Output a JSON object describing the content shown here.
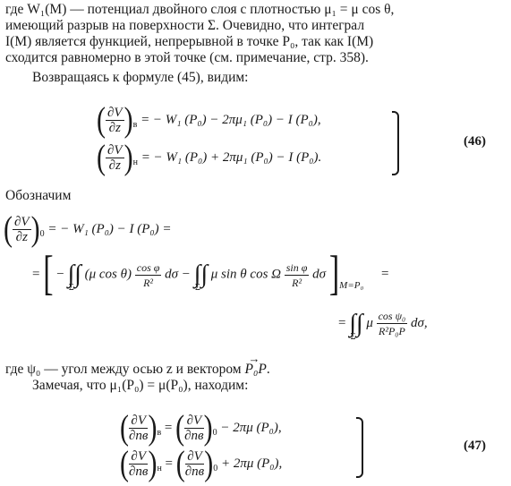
{
  "paragraph1": {
    "line1": "где W₁(M) — потенциал двойного слоя с плотностью μ₁ = μ cos θ,",
    "line2": "имеющий разрыв на поверхности Σ. Очевидно, что интеграл",
    "line3": "I(M) является функцией, непрерывной в точке P₀, так как I(M)",
    "line4": "сходится равномерно в этой точке (см. примечание, стр. 358)."
  },
  "paragraph2": "Возвращаясь к формуле (45), видим:",
  "eq46": {
    "number": "(46)",
    "row1_lhs_num": "∂V",
    "row1_lhs_den": "∂z",
    "row1_sub": "в",
    "row1_rhs": "= − W₁ (P₀) − 2πμ₁ (P₀) − I (P₀),",
    "row2_lhs_num": "∂V",
    "row2_lhs_den": "∂z",
    "row2_sub": "н",
    "row2_rhs": "= − W₁ (P₀) + 2πμ₁ (P₀) − I (P₀)."
  },
  "oboznachim": "Обозначим",
  "eq_long": {
    "lhs_num": "∂V",
    "lhs_den": "∂z",
    "lhs_sub": "0",
    "line1_rhs": "= − W₁ (P₀) − I (P₀) =",
    "line2_start": "=",
    "line2_a": "(μ cos θ)",
    "line2_frac1_num": "cos φ",
    "line2_frac1_den": "R²",
    "line2_b": "dσ −",
    "line2_c": "μ sin θ cos Ω",
    "line2_frac2_num": "sin φ",
    "line2_frac2_den": "R²",
    "line2_d": "dσ",
    "line2_limit": "M=P₀",
    "line2_end": "=",
    "line3_start": "=",
    "line3_a": "μ",
    "line3_frac_num": "cos ψ₀",
    "line3_frac_den": "R²P₀P",
    "line3_end": "dσ,",
    "sigma": "Σ",
    "minus": "−",
    "integral": "∫∫"
  },
  "paragraph3": {
    "line1_a": "где ψ₀ — угол между осью z и вектором",
    "line1_vec": "P₀P",
    "line1_end": ".",
    "line2": "Замечая, что μ₁(P₀) = μ(P₀), находим:"
  },
  "eq47": {
    "number": "(47)",
    "row1_lhs_num": "∂V",
    "row1_lhs_den": "∂nв",
    "row1_sub": "в",
    "row1_mid_num": "∂V",
    "row1_mid_den": "∂nв",
    "row1_mid_sub": "0",
    "row1_rhs": "− 2πμ (P₀),",
    "row2_lhs_num": "∂V",
    "row2_lhs_den": "∂nв",
    "row2_sub": "н",
    "row2_mid_num": "∂V",
    "row2_mid_den": "∂nв",
    "row2_mid_sub": "0",
    "row2_rhs": "+ 2πμ (P₀),"
  }
}
